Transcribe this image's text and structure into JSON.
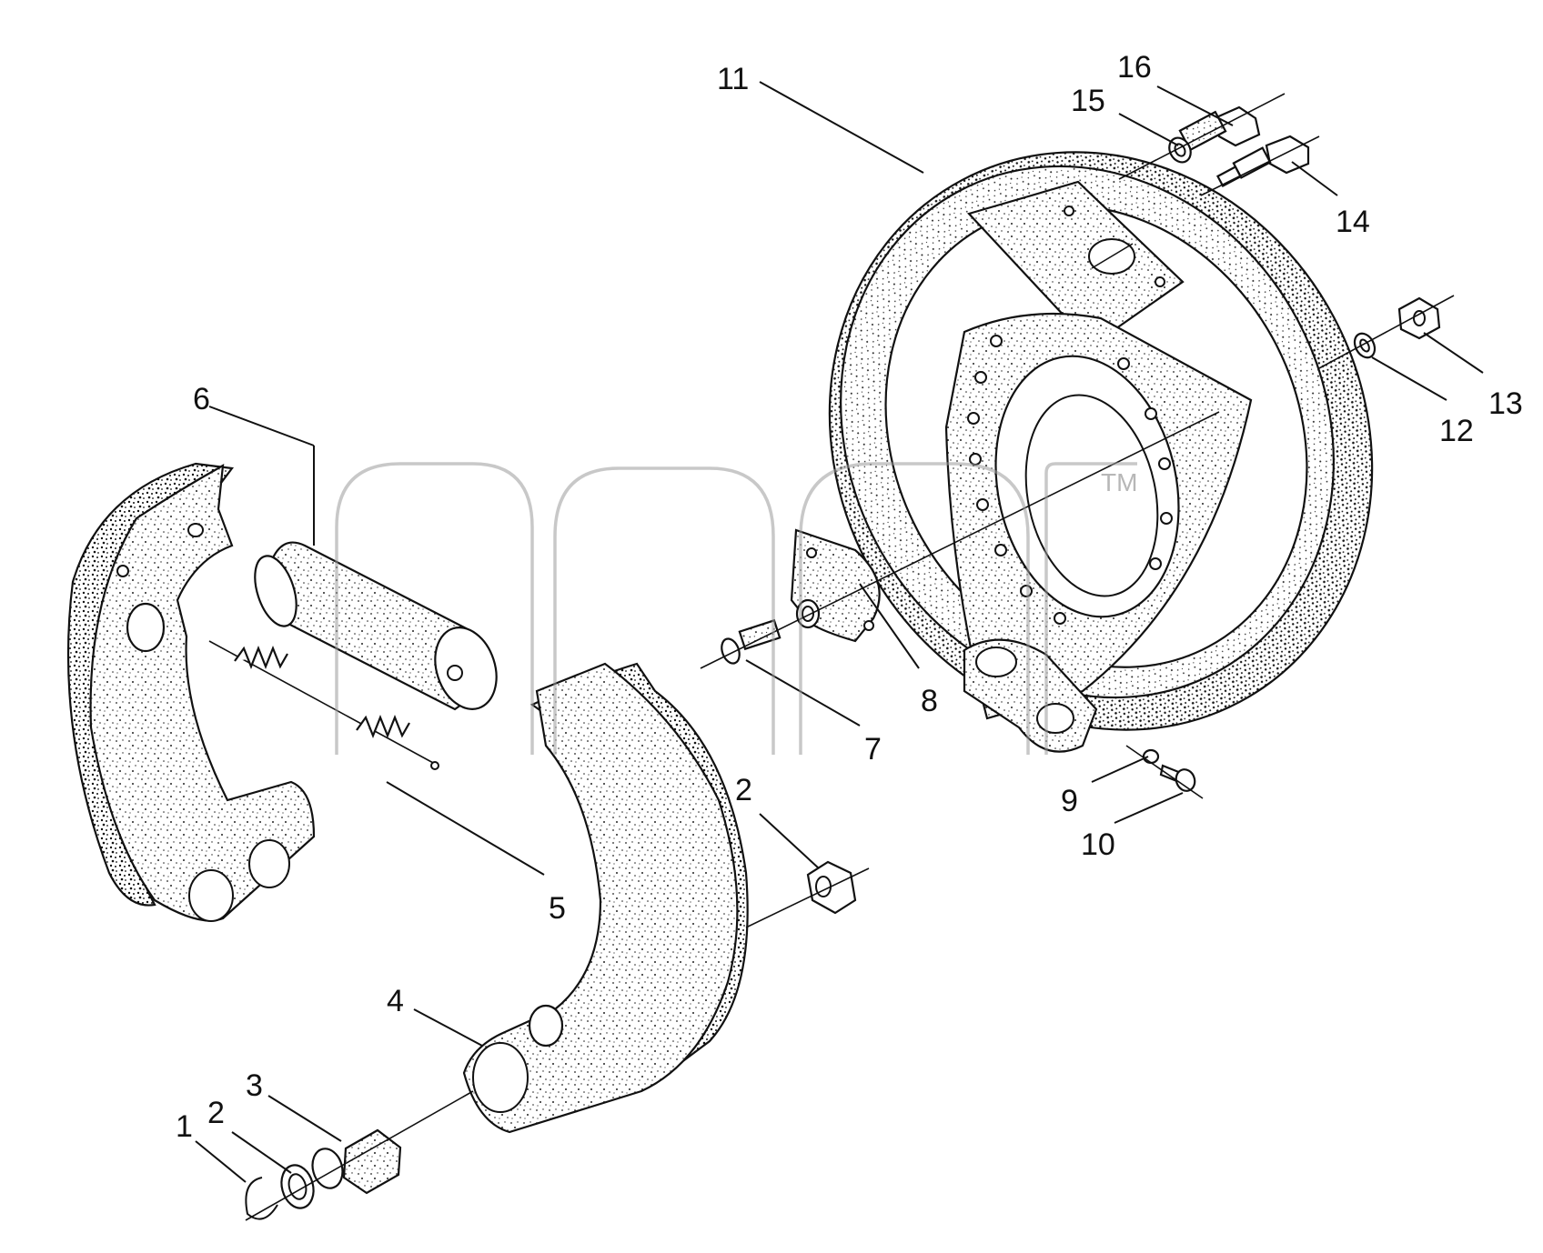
{
  "labels": {
    "l1": "1",
    "l2a": "2",
    "l2b": "2",
    "l3": "3",
    "l4": "4",
    "l5": "5",
    "l6": "6",
    "l7": "7",
    "l8": "8",
    "l9": "9",
    "l10": "10",
    "l11": "11",
    "l12": "12",
    "l13": "13",
    "l14": "14",
    "l15": "15",
    "l16": "16"
  },
  "watermark": {
    "trademark": "TM"
  }
}
